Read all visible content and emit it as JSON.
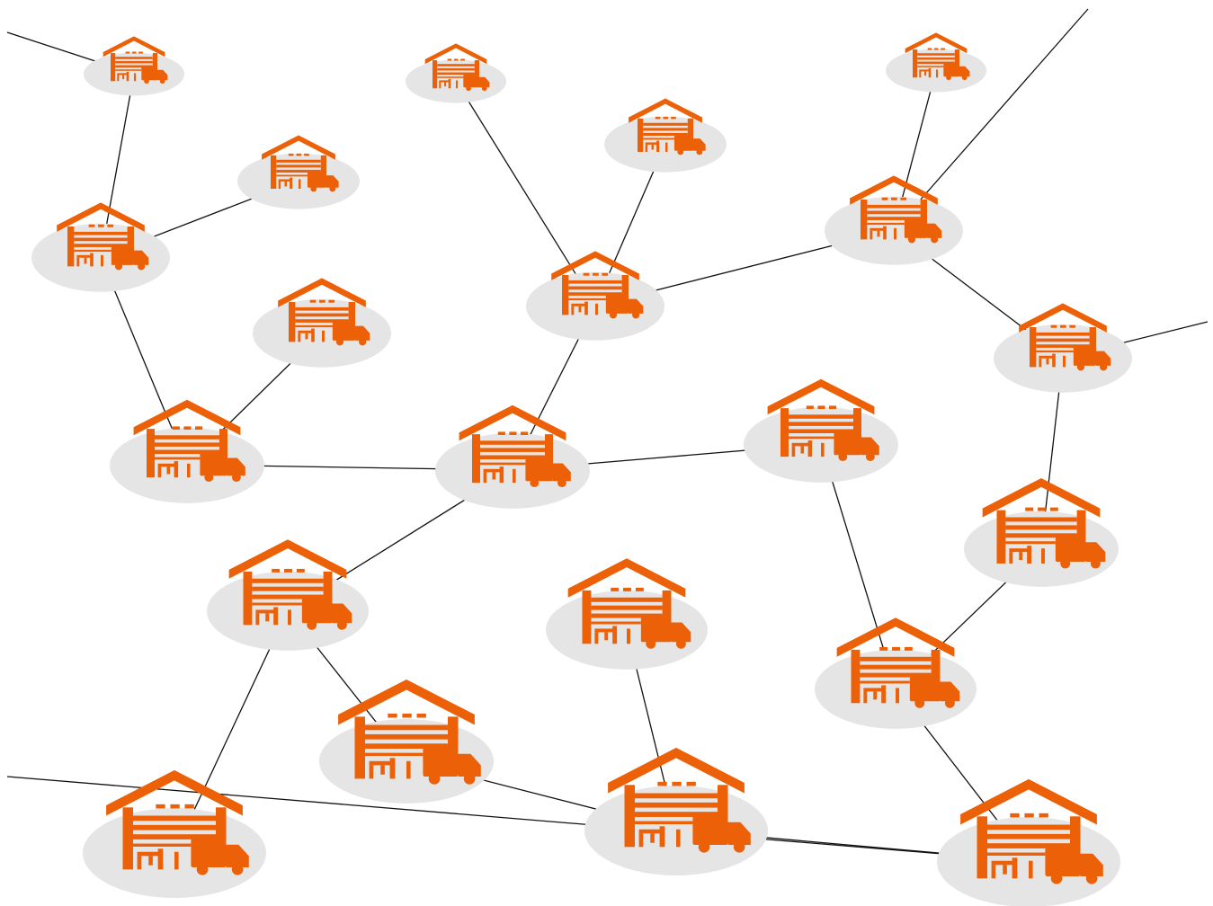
{
  "diagram": {
    "type": "network",
    "colors": {
      "background": "#ffffff",
      "node_shadow": "#e5e5e5",
      "icon": "#ec6108",
      "link": "#111111"
    },
    "node_icon": "warehouse-truck-icon",
    "nodes": [
      {
        "id": "n1"
      },
      {
        "id": "n2"
      },
      {
        "id": "n3"
      },
      {
        "id": "n4"
      },
      {
        "id": "n5"
      },
      {
        "id": "n6"
      },
      {
        "id": "n7"
      },
      {
        "id": "n8"
      },
      {
        "id": "n9"
      },
      {
        "id": "n10"
      },
      {
        "id": "n11"
      },
      {
        "id": "n12"
      },
      {
        "id": "n13"
      },
      {
        "id": "n14"
      },
      {
        "id": "n15"
      },
      {
        "id": "n16"
      },
      {
        "id": "n17"
      },
      {
        "id": "n18"
      },
      {
        "id": "n19"
      },
      {
        "id": "n20"
      },
      {
        "id": "n21"
      },
      {
        "id": "n22"
      },
      {
        "id": "n23"
      }
    ],
    "links": [
      [
        "n1",
        "n5"
      ],
      [
        "n5",
        "n4"
      ],
      [
        "n5",
        "n7"
      ],
      [
        "n7",
        "n6"
      ],
      [
        "n7",
        "n10"
      ],
      [
        "n2",
        "n8"
      ],
      [
        "n3",
        "n8"
      ],
      [
        "n8",
        "n10"
      ],
      [
        "n8",
        "n11"
      ],
      [
        "n12",
        "n11"
      ],
      [
        "n11",
        "n9"
      ],
      [
        "n9",
        "n15"
      ],
      [
        "n10",
        "n13"
      ],
      [
        "n10",
        "n14"
      ],
      [
        "n14",
        "n19"
      ],
      [
        "n15",
        "n16"
      ],
      [
        "n16",
        "n19"
      ],
      [
        "n14",
        "n17"
      ],
      [
        "n17",
        "n18"
      ],
      [
        "n17",
        "n21"
      ],
      [
        "n18",
        "n22"
      ],
      [
        "n20",
        "n22"
      ],
      [
        "n22",
        "n23"
      ],
      [
        "n19",
        "n23"
      ]
    ],
    "external_links": [
      "n1",
      "n12",
      "n9",
      "n21"
    ]
  }
}
